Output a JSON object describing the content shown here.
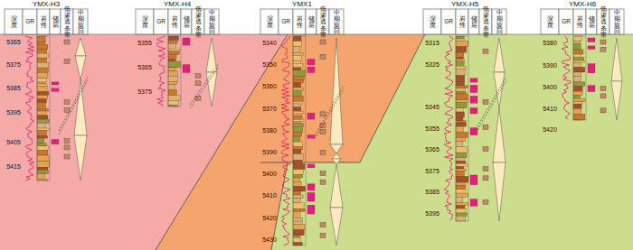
{
  "diagram": {
    "labels": [
      "YMX-H3",
      "深度",
      "GR",
      "岩性",
      "储层",
      "低渗透条带",
      "中期旋回",
      "5365",
      "5375",
      "5385",
      "5395",
      "5405",
      "5415",
      "YMX-H4",
      "深度",
      "GR",
      "岩性",
      "储层",
      "低渗透条带",
      "中期旋回",
      "5355",
      "5365",
      "5375",
      "YMX1",
      "深度",
      "GR",
      "岩性",
      "储层",
      "低渗透条带",
      "中期旋回",
      "5340",
      "5350",
      "5360",
      "5370",
      "5380",
      "5390",
      "5400",
      "5410",
      "5420",
      "5430",
      "YMX-H5",
      "深度",
      "GR",
      "岩性",
      "储层",
      "低渗透条带",
      "中期旋回",
      "5315",
      "5325",
      "5345",
      "5355",
      "5365",
      "5375",
      "5385",
      "5395",
      "YMX-H6",
      "深度",
      "GR",
      "岩性",
      "储层",
      "低渗透条带",
      "中期旋回",
      "5380",
      "5390",
      "5400",
      "5410",
      "5420"
    ]
  }
}
